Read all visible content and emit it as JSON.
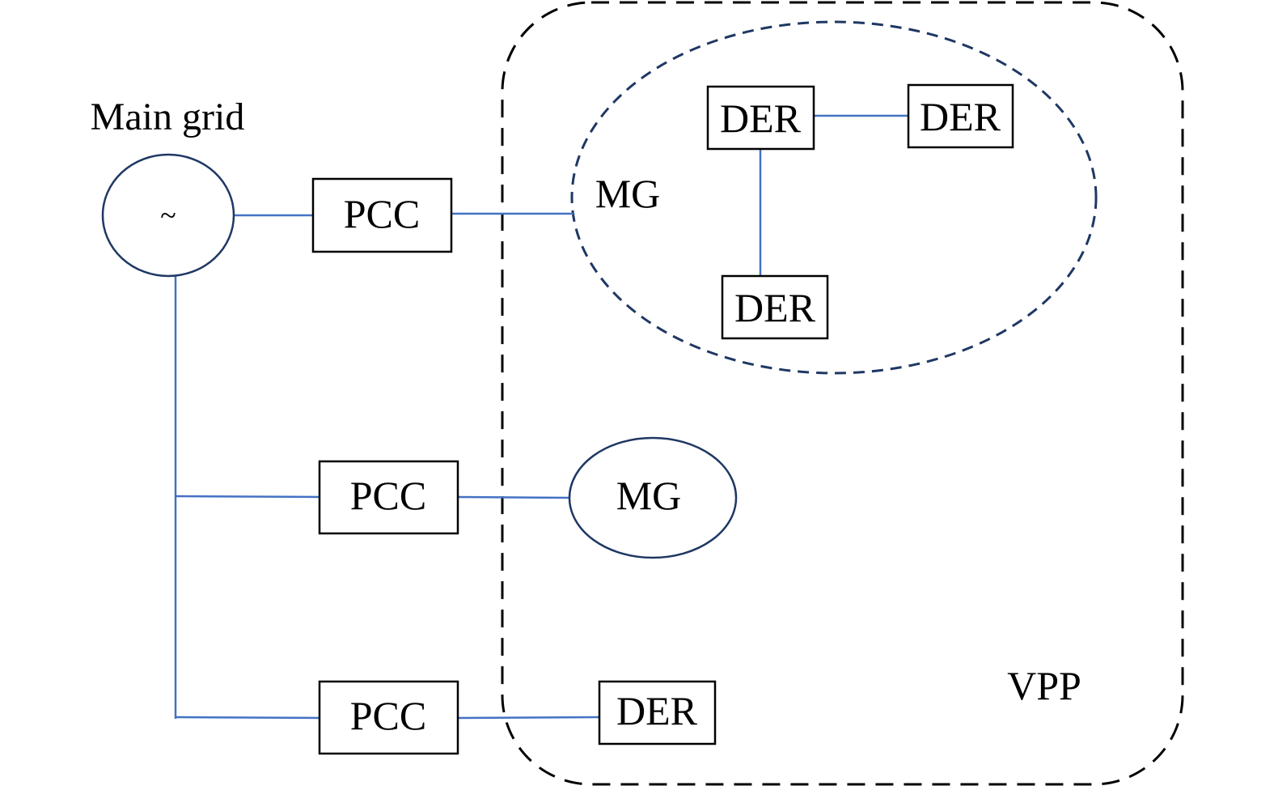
{
  "labels": {
    "main_grid": "Main grid",
    "source_symbol": "~",
    "pcc_1": "PCC",
    "pcc_2": "PCC",
    "pcc_3": "PCC",
    "mg_large": "MG",
    "mg_small": "MG",
    "der_top_left": "DER",
    "der_top_right": "DER",
    "der_bottom": "DER",
    "der_standalone": "DER",
    "vpp": "VPP"
  },
  "colors": {
    "wire": "#4472c4",
    "ellipse_outline": "#1f3864",
    "box_outline": "#000000",
    "dashed_outline": "#000000"
  }
}
